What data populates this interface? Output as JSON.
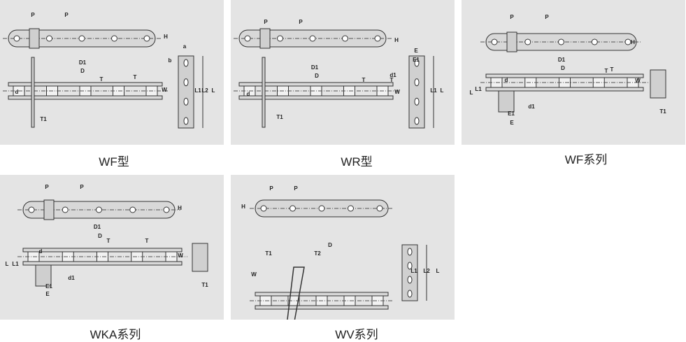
{
  "panels": [
    {
      "caption": "WF型",
      "labels": [
        "P",
        "P",
        "H",
        "D1",
        "D",
        "T",
        "T",
        "d",
        "W",
        "T1",
        "a",
        "b",
        "L1",
        "L2",
        "L"
      ]
    },
    {
      "caption": "WR型",
      "labels": [
        "P",
        "P",
        "H",
        "D1",
        "D",
        "T",
        "T",
        "d",
        "W",
        "T1",
        "E",
        "E1",
        "d1",
        "L1",
        "L"
      ]
    },
    {
      "caption": "WF系列",
      "labels": [
        "P",
        "P",
        "H",
        "D1",
        "D",
        "T",
        "T",
        "d",
        "W",
        "L",
        "L1",
        "E1",
        "E",
        "d1",
        "T1"
      ]
    },
    {
      "caption": "WKA系列",
      "labels": [
        "P",
        "P",
        "H",
        "D1",
        "D",
        "T",
        "T",
        "d",
        "W",
        "L",
        "L1",
        "E1",
        "E",
        "d1",
        "T1"
      ]
    },
    {
      "caption": "WV系列",
      "labels": [
        "P",
        "P",
        "H",
        "T1",
        "T2",
        "D",
        "W",
        "L1",
        "L2",
        "L"
      ]
    }
  ]
}
